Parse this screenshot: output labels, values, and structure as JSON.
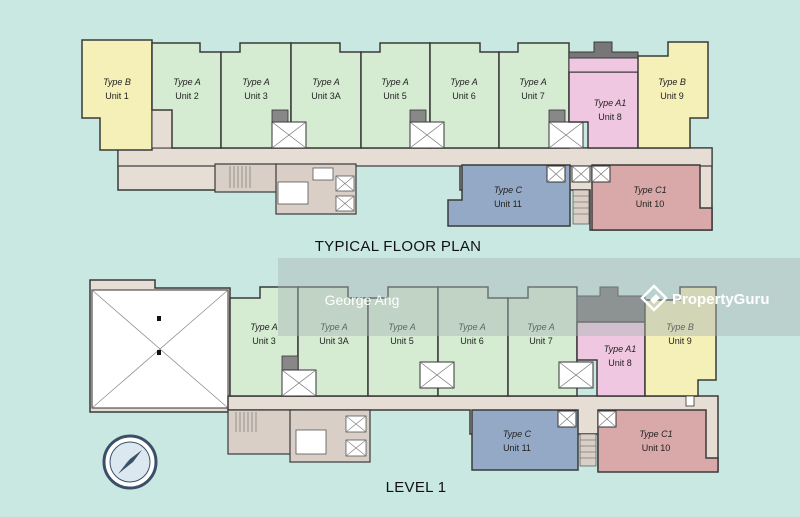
{
  "titles": {
    "typical": "TYPICAL FLOOR PLAN",
    "level1": "LEVEL 1"
  },
  "typical_units": [
    {
      "type": "Type B",
      "unit": "Unit 1"
    },
    {
      "type": "Type A",
      "unit": "Unit 2"
    },
    {
      "type": "Type A",
      "unit": "Unit 3"
    },
    {
      "type": "Type A",
      "unit": "Unit 3A"
    },
    {
      "type": "Type A",
      "unit": "Unit 5"
    },
    {
      "type": "Type A",
      "unit": "Unit 6"
    },
    {
      "type": "Type A",
      "unit": "Unit 7"
    },
    {
      "type": "Type A1",
      "unit": "Unit 8"
    },
    {
      "type": "Type B",
      "unit": "Unit 9"
    },
    {
      "type": "Type C",
      "unit": "Unit 11"
    },
    {
      "type": "Type C1",
      "unit": "Unit 10"
    }
  ],
  "level1_units": [
    {
      "type": "Type A",
      "unit": "Unit 3"
    },
    {
      "type": "Type A",
      "unit": "Unit 3A"
    },
    {
      "type": "Type A",
      "unit": "Unit 5"
    },
    {
      "type": "Type A",
      "unit": "Unit 6"
    },
    {
      "type": "Type A",
      "unit": "Unit 7"
    },
    {
      "type": "Type A1",
      "unit": "Unit 8"
    },
    {
      "type": "Type B",
      "unit": "Unit 9"
    },
    {
      "type": "Type C",
      "unit": "Unit 11"
    },
    {
      "type": "Type C1",
      "unit": "Unit 10"
    }
  ],
  "watermark": {
    "agent": "George Ang",
    "brand": "PropertyGuru"
  },
  "colors": {
    "background": "#c9e8e2",
    "type_a": "#d6ecd2",
    "type_a1": "#f0c7e0",
    "type_b": "#f5f0b8",
    "type_c": "#94a9c6",
    "type_c1": "#d9a8a8",
    "corridor": "#e6ddd4",
    "core": "#d9cfc6",
    "wall": "#3a3a3a"
  },
  "icons": {
    "compass": "compass-icon",
    "brand_logo": "propertyguru-logo-icon"
  }
}
